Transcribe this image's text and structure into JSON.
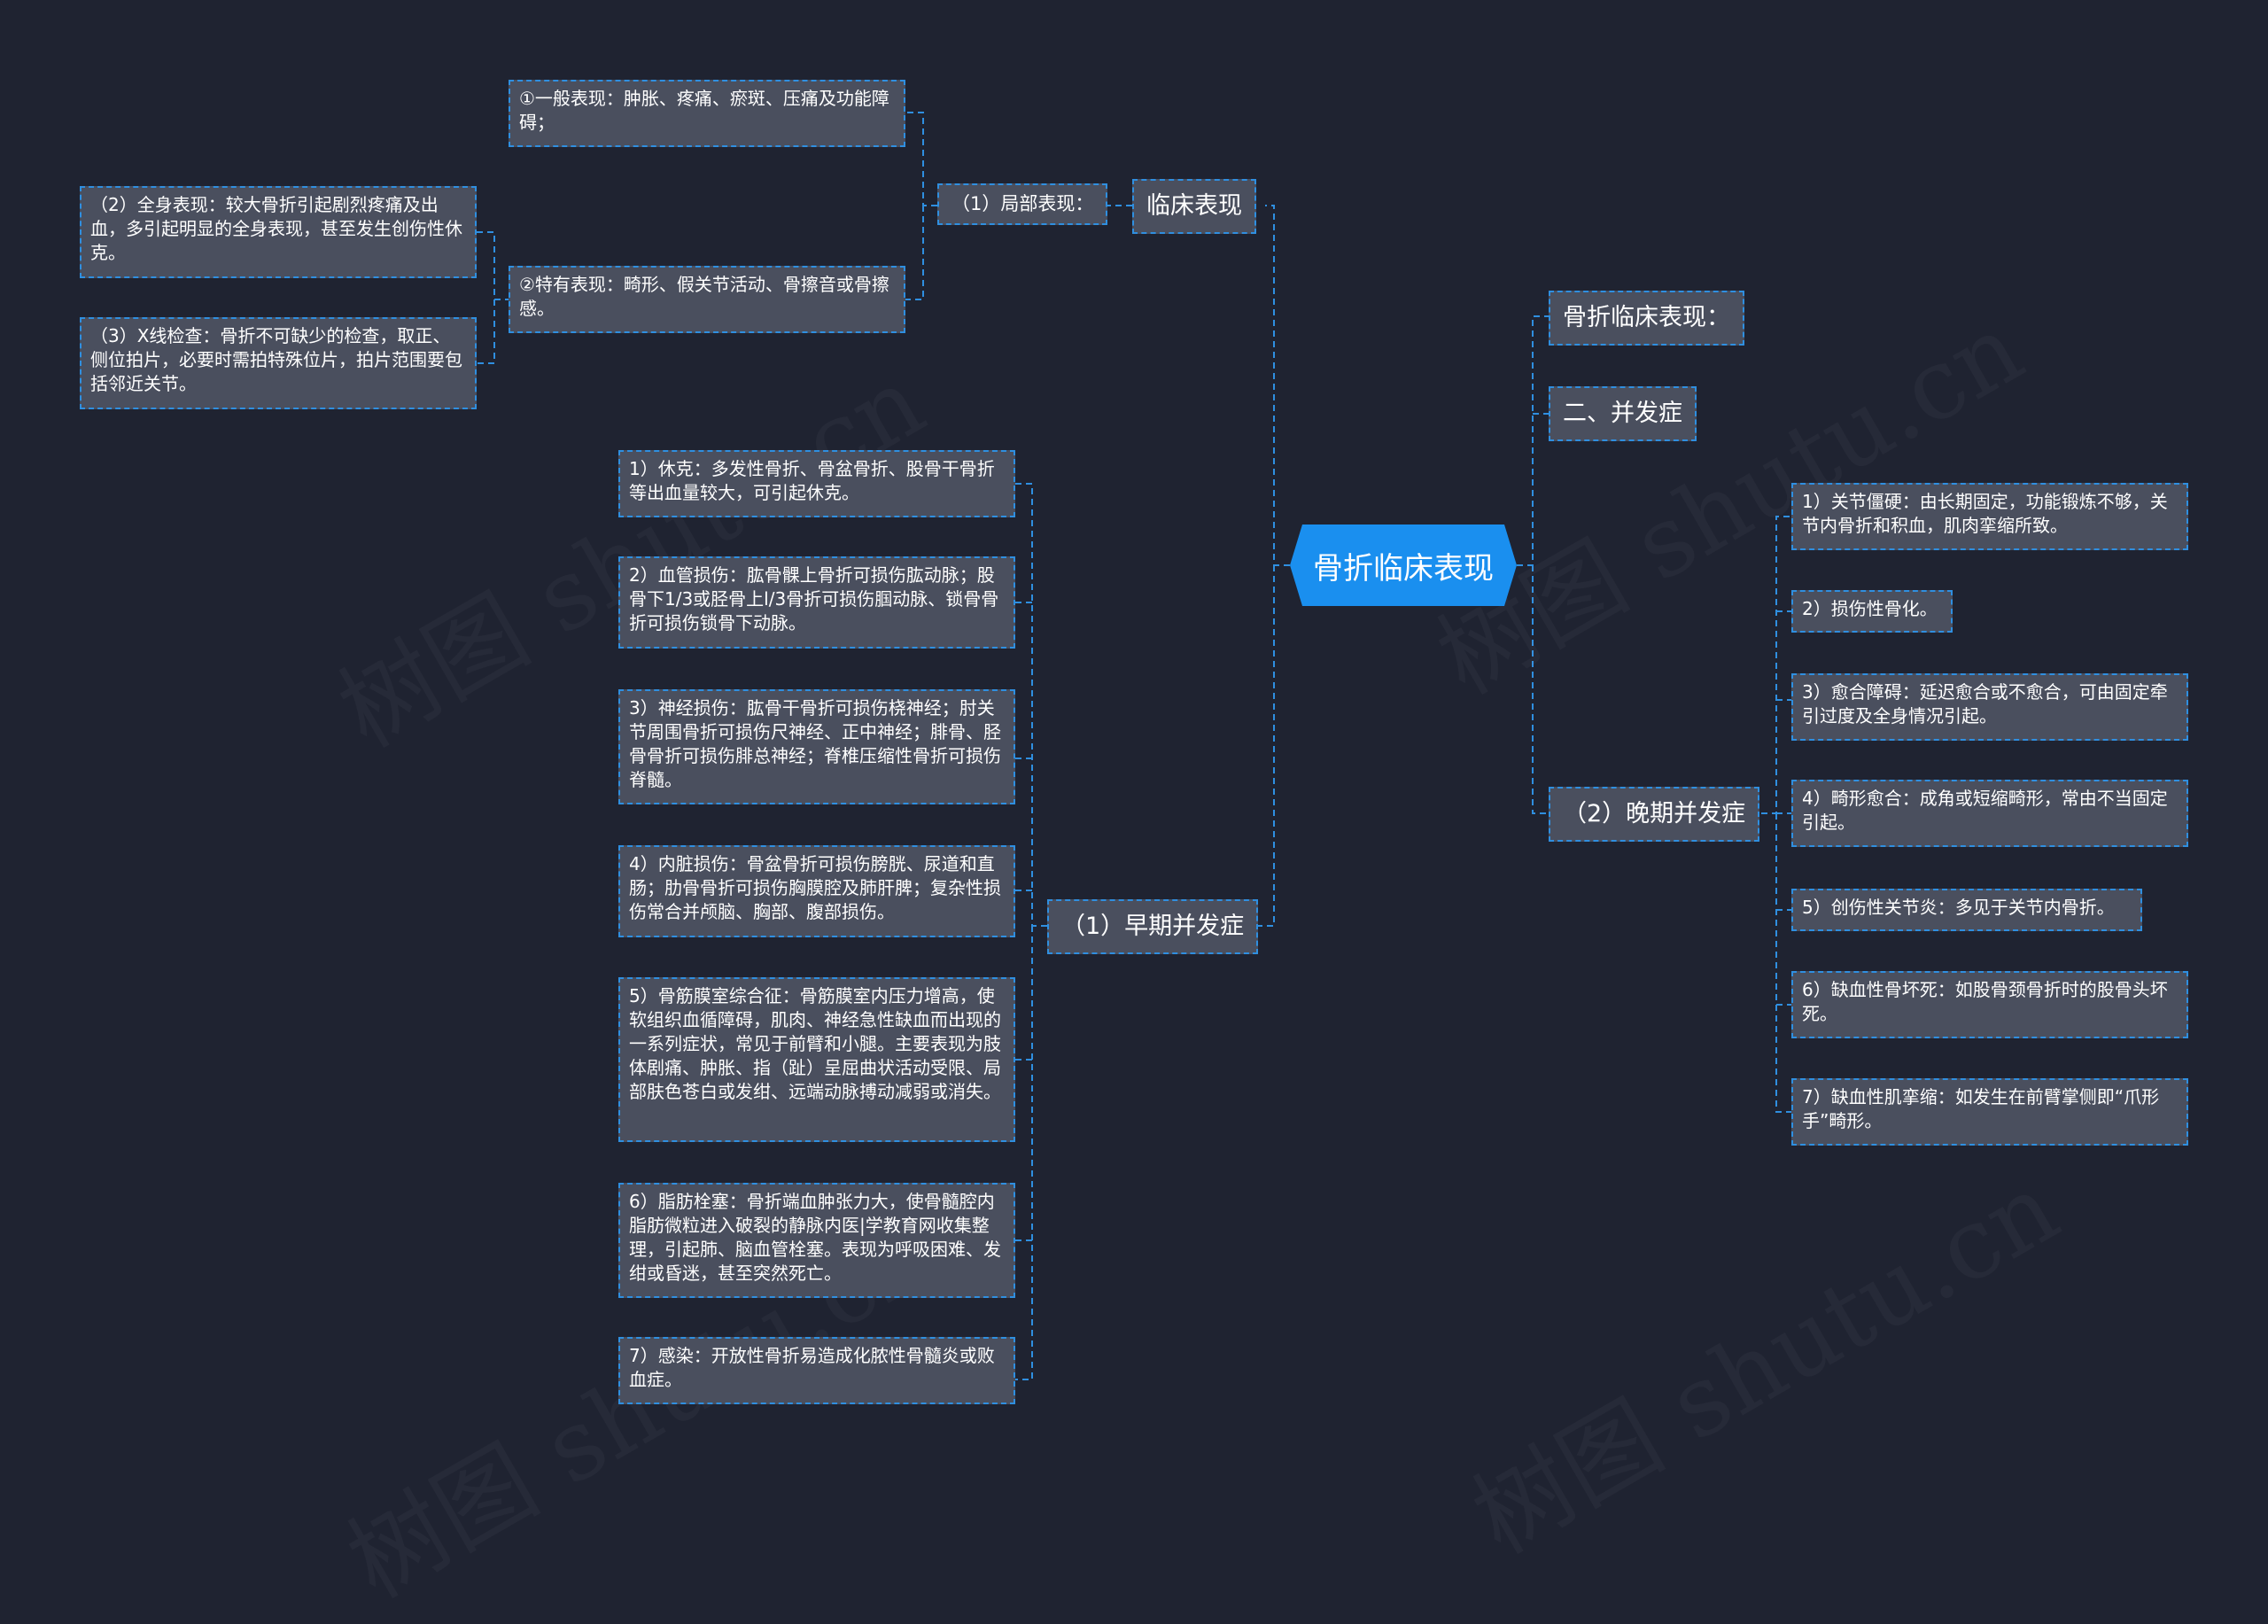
{
  "root": "骨折临床表现",
  "branches": {
    "clinical": "临床表现",
    "local": "（1）局部表现：",
    "general_signs": "①一般表现：肿胀、疼痛、瘀斑、压痛及功能障碍；",
    "specific_signs": "②特有表现：畸形、假关节活动、骨擦音或骨擦感。",
    "systemic": "（2）全身表现：较大骨折引起剧烈疼痛及出血，多引起明显的全身表现，甚至发生创伤性休克。",
    "xray": "（3）X线检查：骨折不可缺少的检查，取正、侧位拍片，必要时需拍特殊位片，拍片范围要包括邻近关节。",
    "bone_clinical": "骨折临床表现：",
    "complications": "二、并发症",
    "early": "（1）早期并发症",
    "late": "（2）晚期并发症"
  },
  "early_items": [
    "1）休克：多发性骨折、骨盆骨折、股骨干骨折等出血量较大，可引起休克。",
    "2）血管损伤：肱骨髁上骨折可损伤肱动脉；股骨下1/3或胫骨上l/3骨折可损伤腘动脉、锁骨骨折可损伤锁骨下动脉。",
    "3）神经损伤：肱骨干骨折可损伤桡神经；肘关节周围骨折可损伤尺神经、正中神经；腓骨、胫骨骨折可损伤腓总神经；脊椎压缩性骨折可损伤脊髓。",
    "4）内脏损伤：骨盆骨折可损伤膀胱、尿道和直肠；肋骨骨折可损伤胸膜腔及肺肝脾；复杂性损伤常合并颅脑、胸部、腹部损伤。",
    "5）骨筋膜室综合征：骨筋膜室内压力增高，使软组织血循障碍，肌肉、神经急性缺血而出现的一系列症状，常见于前臂和小腿。主要表现为肢体剧痛、肿胀、指（趾）呈屈曲状活动受限、局部肤色苍白或发绀、远端动脉搏动减弱或消失。",
    "6）脂肪栓塞：骨折端血肿张力大，使骨髓腔内脂肪微粒进入破裂的静脉内医|学教育网收集整理，引起肺、脑血管栓塞。表现为呼吸困难、发绀或昏迷，甚至突然死亡。",
    "7）感染：开放性骨折易造成化脓性骨髓炎或败血症。"
  ],
  "late_items": [
    "1）关节僵硬：由长期固定，功能锻炼不够，关节内骨折和积血，肌肉挛缩所致。",
    "2）损伤性骨化。",
    "3）愈合障碍：延迟愈合或不愈合，可由固定牵引过度及全身情况引起。",
    "4）畸形愈合：成角或短缩畸形，常由不当固定引起。",
    "5）创伤性关节炎：多见于关节内骨折。",
    "6）缺血性骨坏死：如股骨颈骨折时的股骨头坏死。",
    "7）缺血性肌挛缩：如发生在前臂掌侧即“爪形手”畸形。"
  ],
  "watermark": "树图 shutu.cn",
  "colors": {
    "background": "#1f2331",
    "node": "#4a4f5e",
    "root": "#1a8fef",
    "connector": "#2f8fe0"
  }
}
